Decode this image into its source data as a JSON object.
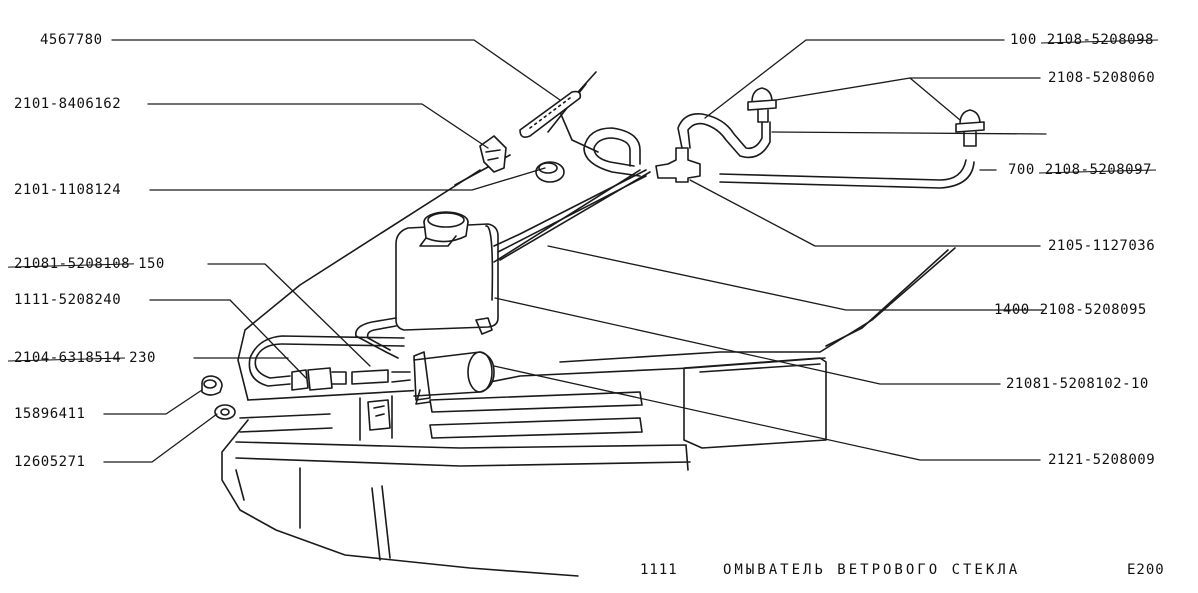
{
  "labels": {
    "l4567780": {
      "code": "4567780"
    },
    "l2101_8406162": {
      "code": "2101-8406162"
    },
    "l2101_1108124": {
      "code": "2101-1108124"
    },
    "l21081_5208108": {
      "code": "21081-5208108",
      "qty": "150"
    },
    "l1111_5208240": {
      "code": "1111-5208240"
    },
    "l2104_6318514": {
      "code": "2104-6318514",
      "qty": "230"
    },
    "l15896411": {
      "code": "15896411"
    },
    "l12605271": {
      "code": "12605271"
    },
    "l2108_5208098": {
      "code": "2108-5208098",
      "qty": "100"
    },
    "l2108_5208060": {
      "code": "2108-5208060"
    },
    "l2108_5208097": {
      "code": "2108-5208097",
      "qty": "700"
    },
    "l2105_1127036": {
      "code": "2105-1127036"
    },
    "l2108_5208095": {
      "code": "2108-5208095",
      "qty": "1400"
    },
    "l21081_5208102": {
      "code": "21081-5208102-10"
    },
    "l2121_5208009": {
      "code": "2121-5208009"
    }
  },
  "footer": {
    "page": "1111",
    "title": "ОМЫВАТЕЛЬ ВЕТРОВОГО СТЕКЛА",
    "code": "E200"
  }
}
